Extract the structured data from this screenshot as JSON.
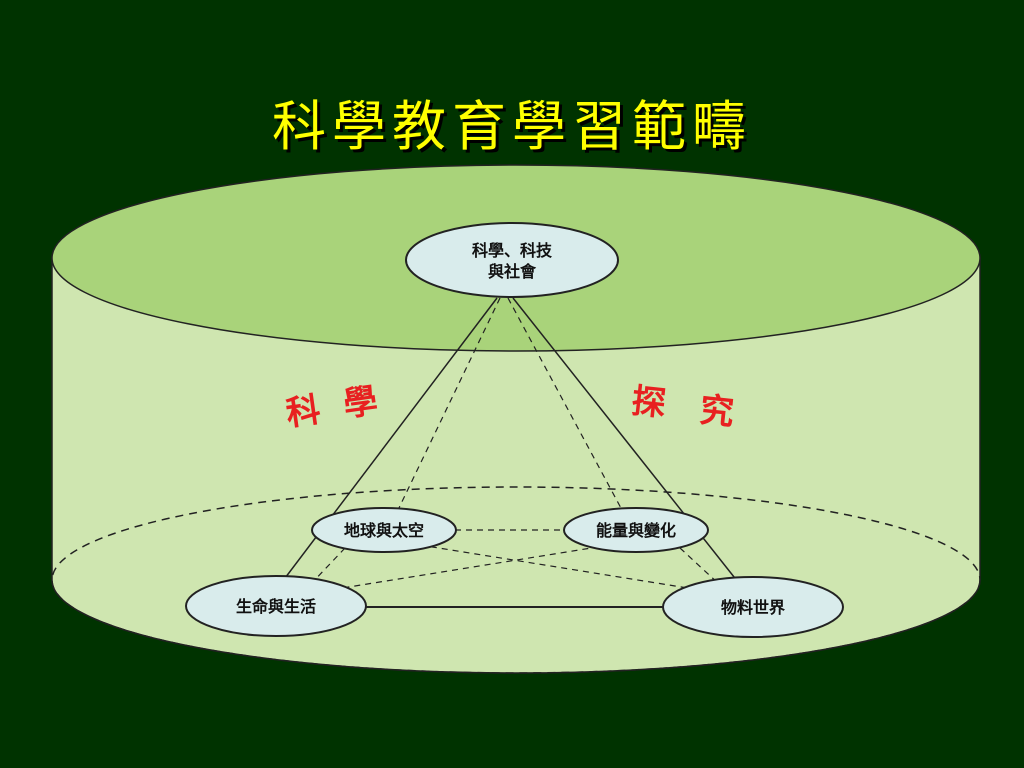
{
  "title": "科學教育學習範疇",
  "side_labels": {
    "left_1": "科",
    "left_2": "學",
    "right_1": "探",
    "right_2": "究"
  },
  "nodes": {
    "top_line1": "科學、科技",
    "top_line2": "與社會",
    "earth_space": "地球與太空",
    "energy_change": "能量與變化",
    "life": "生命與生活",
    "matter": "物料世界"
  },
  "colors": {
    "background": "#003300",
    "title": "#ffff00",
    "cylinder_side": "#cfe6b0",
    "cylinder_top": "#a9d37a",
    "node_fill": "#d9ecec",
    "label_red": "#e82020"
  }
}
